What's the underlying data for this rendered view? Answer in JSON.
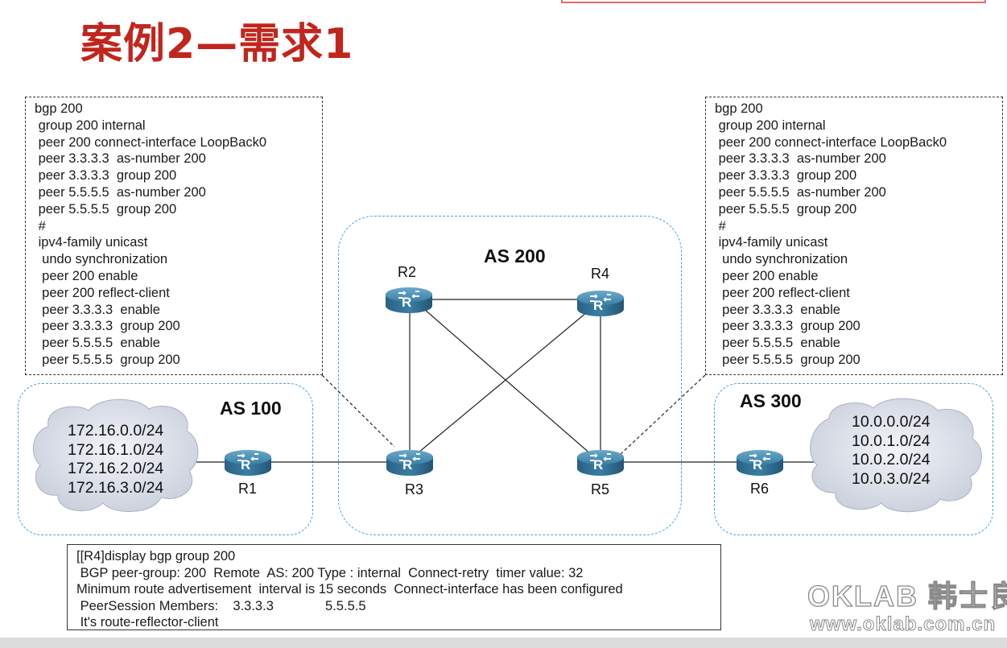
{
  "title": "案例2—需求1",
  "config_left": [
    "bgp 200",
    " group 200 internal",
    " peer 200 connect-interface LoopBack0",
    " peer 3.3.3.3  as-number 200",
    " peer 3.3.3.3  group 200",
    " peer 5.5.5.5  as-number 200",
    " peer 5.5.5.5  group 200",
    " #",
    " ipv4-family unicast",
    "  undo synchronization",
    "  peer 200 enable",
    "  peer 200 reflect-client",
    "  peer 3.3.3.3  enable",
    "  peer 3.3.3.3  group 200",
    "  peer 5.5.5.5  enable",
    "  peer 5.5.5.5  group 200"
  ],
  "config_right": [
    "bgp 200",
    " group 200 internal",
    " peer 200 connect-interface LoopBack0",
    " peer 3.3.3.3  as-number 200",
    " peer 3.3.3.3  group 200",
    " peer 5.5.5.5  as-number 200",
    " peer 5.5.5.5  group 200",
    " #",
    " ipv4-family unicast",
    "  undo synchronization",
    "  peer 200 enable",
    "  peer 200 reflect-client",
    "  peer 3.3.3.3  enable",
    "  peer 3.3.3.3  group 200",
    "  peer 5.5.5.5  enable",
    "  peer 5.5.5.5  group 200"
  ],
  "as_labels": {
    "as100": "AS 100",
    "as200": "AS 200",
    "as300": "AS 300"
  },
  "routers": {
    "r1": "R1",
    "r2": "R2",
    "r3": "R3",
    "r4": "R4",
    "r5": "R5",
    "r6": "R6",
    "icon_letter": "R"
  },
  "networks_as100": [
    "172.16.0.0/24",
    "172.16.1.0/24",
    "172.16.2.0/24",
    "172.16.3.0/24"
  ],
  "networks_as300": [
    "10.0.0.0/24",
    "10.0.1.0/24",
    "10.0.2.0/24",
    "10.0.3.0/24"
  ],
  "output_lines": [
    "[[R4]display bgp group 200",
    " BGP peer-group: 200  Remote  AS: 200 Type : internal  Connect-retry  timer value: 32",
    "Minimum route advertisement  interval is 15 seconds  Connect-interface has been configured",
    " PeerSession Members:    3.3.3.3              5.5.5.5",
    " It's route-reflector-client"
  ],
  "watermark": {
    "brand": "OKLAB 韩士良",
    "url": "www.oklab.com.cn"
  },
  "colors": {
    "title": "#c0261d",
    "as_border": "#4aa3d8",
    "router_body": "#2f6f93",
    "cloud": "#d6dbe6"
  }
}
